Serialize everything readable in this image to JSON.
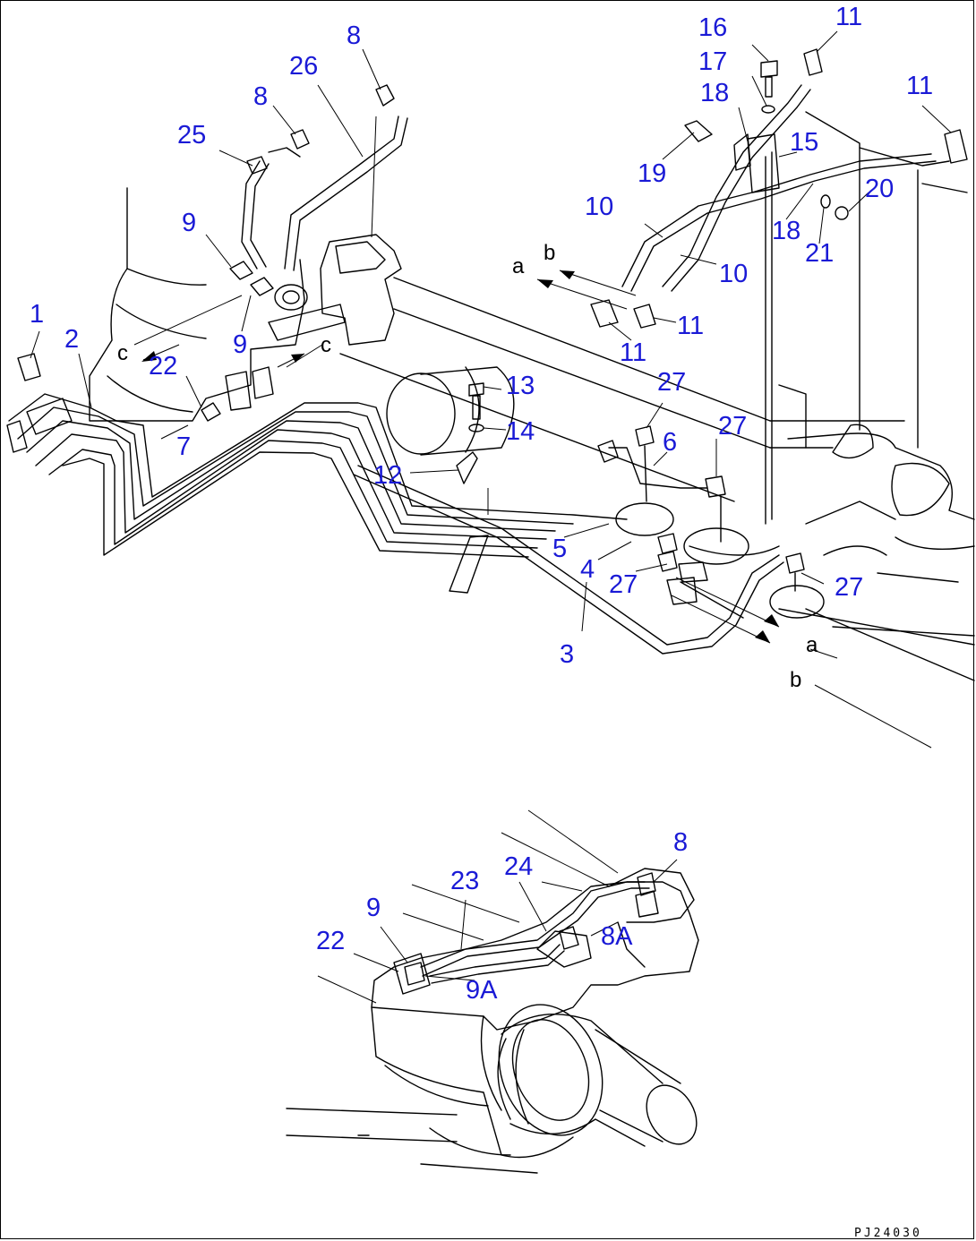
{
  "labels": [
    {
      "text": "1"
    },
    {
      "text": "2"
    },
    {
      "text": "3"
    },
    {
      "text": "4"
    },
    {
      "text": "5"
    },
    {
      "text": "6"
    },
    {
      "text": "7"
    },
    {
      "text": "8"
    },
    {
      "text": "8"
    },
    {
      "text": "9"
    },
    {
      "text": "9"
    },
    {
      "text": "10"
    },
    {
      "text": "10"
    },
    {
      "text": "11"
    },
    {
      "text": "11"
    },
    {
      "text": "11"
    },
    {
      "text": "11"
    },
    {
      "text": "12"
    },
    {
      "text": "13"
    },
    {
      "text": "14"
    },
    {
      "text": "15"
    },
    {
      "text": "16"
    },
    {
      "text": "17"
    },
    {
      "text": "18"
    },
    {
      "text": "18"
    },
    {
      "text": "19"
    },
    {
      "text": "20"
    },
    {
      "text": "21"
    },
    {
      "text": "22"
    },
    {
      "text": "25"
    },
    {
      "text": "26"
    },
    {
      "text": "27"
    },
    {
      "text": "27"
    },
    {
      "text": "27"
    },
    {
      "text": "27"
    },
    {
      "text": "8"
    },
    {
      "text": "9"
    },
    {
      "text": "22"
    },
    {
      "text": "23"
    },
    {
      "text": "24"
    },
    {
      "text": "8A"
    },
    {
      "text": "9A"
    }
  ],
  "direction_markers": [
    {
      "text": "a"
    },
    {
      "text": "b"
    },
    {
      "text": "c"
    },
    {
      "text": "c"
    },
    {
      "text": "a"
    },
    {
      "text": "b"
    }
  ],
  "drawing_code": "PJ24030",
  "colors": {
    "label": "#1a1ad6",
    "line": "#000000",
    "background": "#ffffff"
  }
}
